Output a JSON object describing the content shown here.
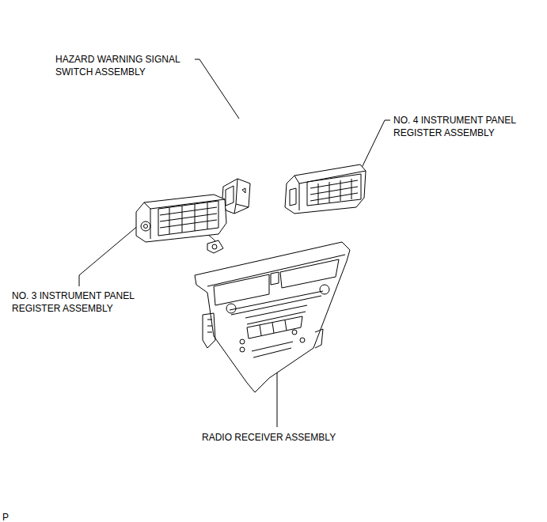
{
  "diagram": {
    "labels": [
      "HAZARD WARNING SIGNAL SWITCH ASSEMBLY",
      "NO. 4 INSTRUMENT PANEL REGISTER ASSEMBLY",
      "NO. 3 INSTRUMENT PANEL REGISTER ASSEMBLY",
      "RADIO RECEIVER ASSEMBLY",
      "P"
    ]
  }
}
